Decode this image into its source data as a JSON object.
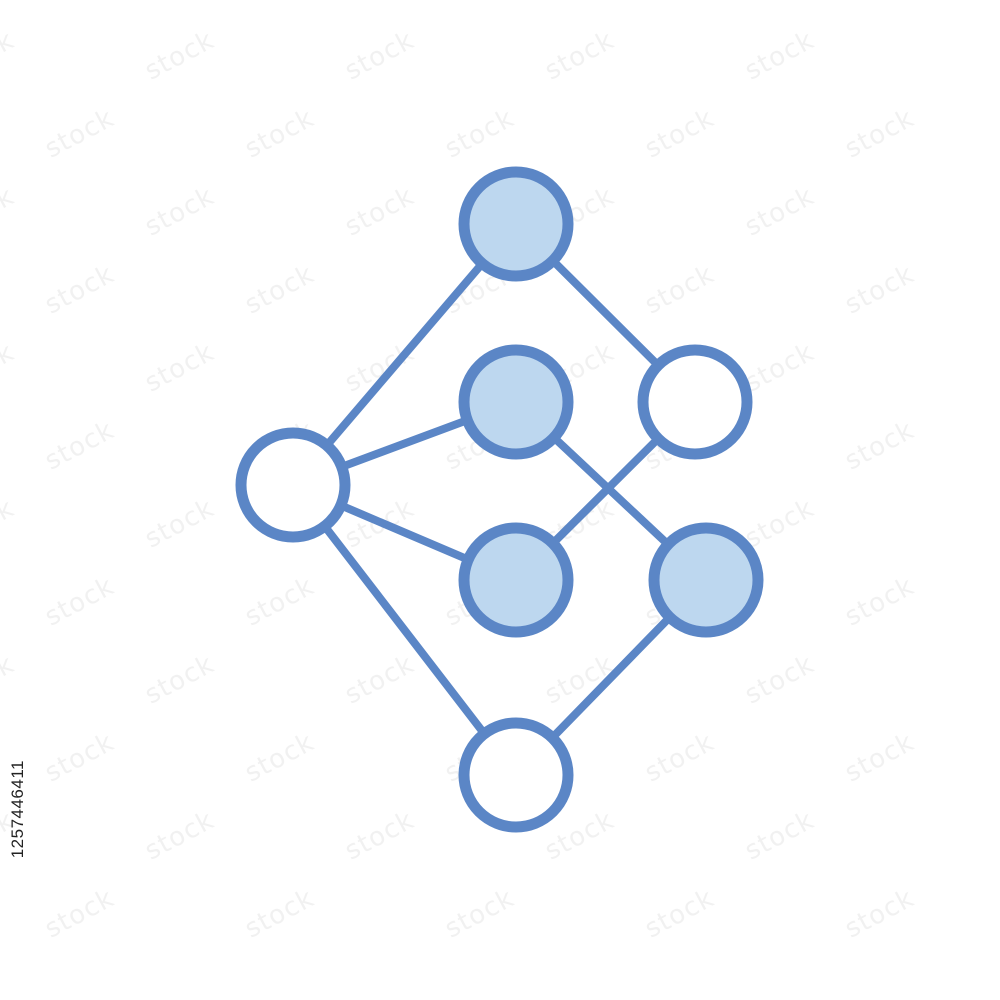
{
  "stock_id": "1257446411",
  "watermark": "stock",
  "colors": {
    "stroke": "#5b86c6",
    "node_fill_blue": "#bdd7ef",
    "node_fill_white": "#ffffff",
    "background": "#ffffff"
  },
  "graph": {
    "nodes": [
      {
        "id": "top",
        "filled": true
      },
      {
        "id": "left",
        "filled": false
      },
      {
        "id": "middle-upper",
        "filled": true
      },
      {
        "id": "middle-lower",
        "filled": true
      },
      {
        "id": "right-upper",
        "filled": false
      },
      {
        "id": "right-lower",
        "filled": true
      },
      {
        "id": "bottom",
        "filled": false
      }
    ],
    "edges": [
      [
        "left",
        "top"
      ],
      [
        "top",
        "right-upper"
      ],
      [
        "left",
        "middle-upper"
      ],
      [
        "left",
        "middle-lower"
      ],
      [
        "left",
        "bottom"
      ],
      [
        "middle-upper",
        "right-lower"
      ],
      [
        "middle-lower",
        "right-upper"
      ],
      [
        "bottom",
        "right-lower"
      ]
    ]
  }
}
